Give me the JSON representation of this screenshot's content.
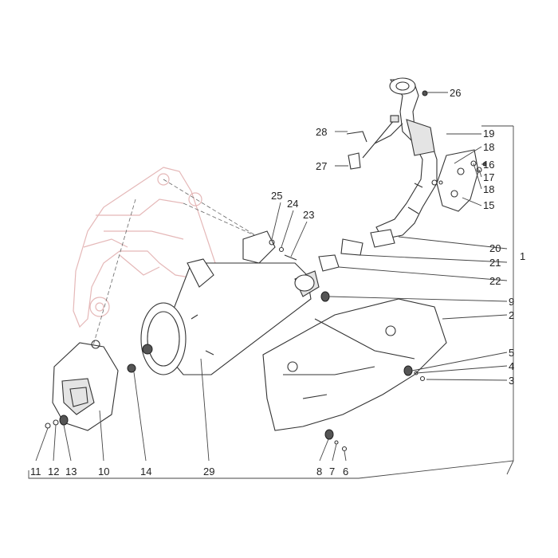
{
  "diagram": {
    "callouts": [
      "1",
      "2",
      "3",
      "4",
      "5",
      "6",
      "7",
      "8",
      "9",
      "10",
      "11",
      "12",
      "13",
      "14",
      "15",
      "16",
      "17",
      "18",
      "19",
      "20",
      "21",
      "22",
      "23",
      "24",
      "25",
      "26",
      "27",
      "28",
      "29"
    ],
    "callout_18_repeat": "18"
  }
}
